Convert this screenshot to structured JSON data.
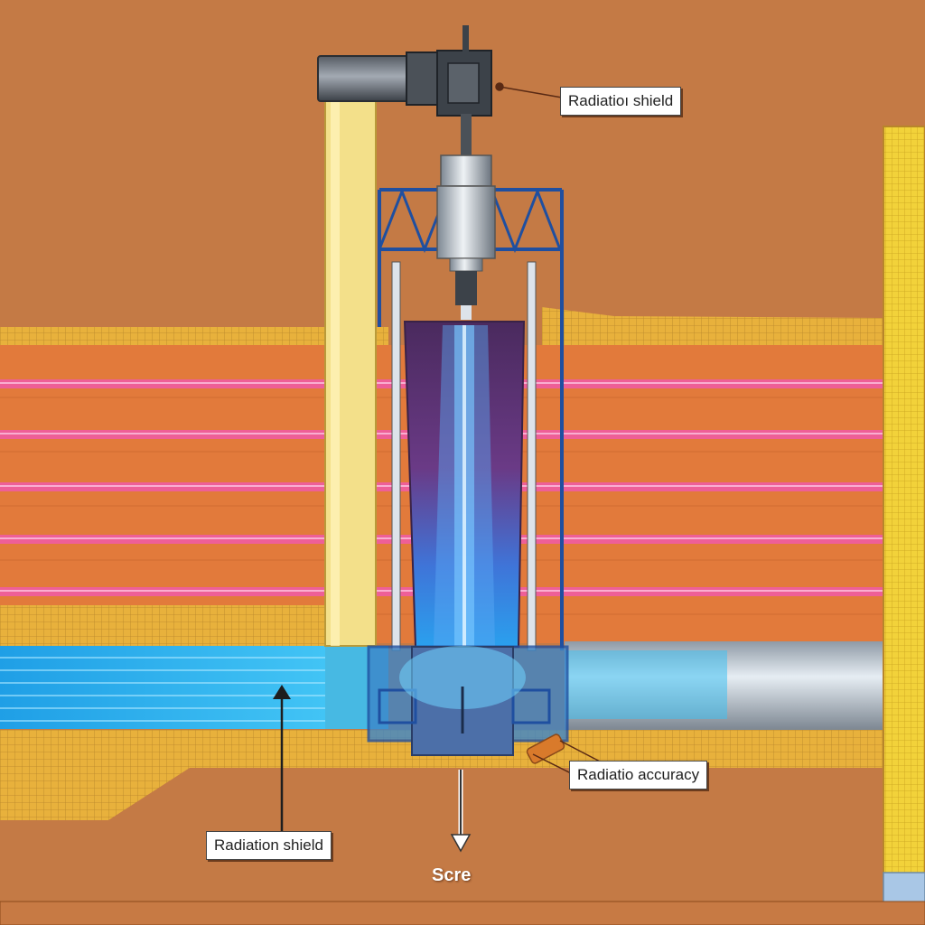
{
  "labels": {
    "top_callout": "Radiatioı shield",
    "mid_callout": "Radiatio accuracy",
    "bottom_callout": "Radiation shield",
    "bottom_text": "Scre"
  },
  "colors": {
    "background": "#c47a45",
    "mesh": "#e8b13c",
    "pink_beam": "#f05aa8",
    "blue_beam": "#2fb6f2",
    "chamber": "#5a3470",
    "frame": "#2a5fb3",
    "yellow_column": "#f3e08a",
    "gray_pipe": "#b9c4cf"
  }
}
